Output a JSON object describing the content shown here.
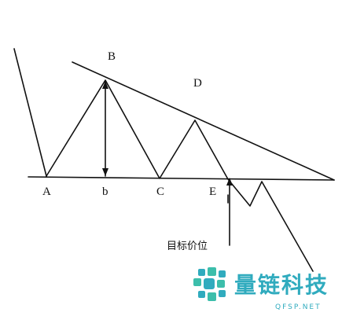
{
  "labels": {
    "A": "A",
    "B": "B",
    "C": "C",
    "D": "D",
    "E": "E",
    "b": "b",
    "target": "目标价位"
  },
  "watermark": {
    "title": "量链科技",
    "subtitle": "QFSP.NET",
    "color": "#1aa3b8",
    "icon": "cube-logo-icon"
  },
  "colors": {
    "line": "#111111",
    "background": "#ffffff"
  }
}
